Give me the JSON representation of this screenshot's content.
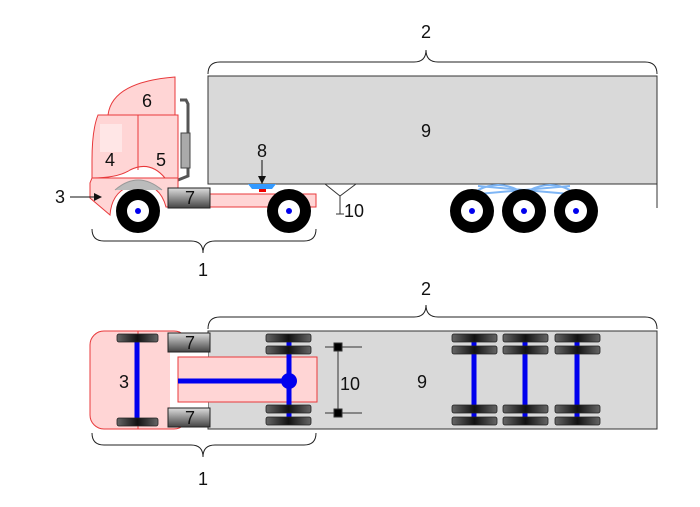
{
  "title": "Semi-trailer truck diagram",
  "side_view": {
    "labels": {
      "tractor": "1",
      "trailer": "2",
      "front_axle": "3",
      "cab_sleeper_front": "4",
      "cab_door": "5",
      "fairing": "6",
      "fuel_tank": "7",
      "fifth_wheel": "8",
      "cargo_box": "9",
      "landing_gear": "10"
    }
  },
  "top_view": {
    "labels": {
      "tractor": "1",
      "trailer": "2",
      "front_axle": "3",
      "fuel_tank_left": "7",
      "fuel_tank_right": "7",
      "cargo_box": "9",
      "landing_gear": "10"
    }
  },
  "colors": {
    "tractor": "#ffd5d5",
    "outline": "#e8393b",
    "trailer": "#d9d9d9",
    "axle": "#0000ee",
    "fifth_wheel": "#3399ff"
  }
}
